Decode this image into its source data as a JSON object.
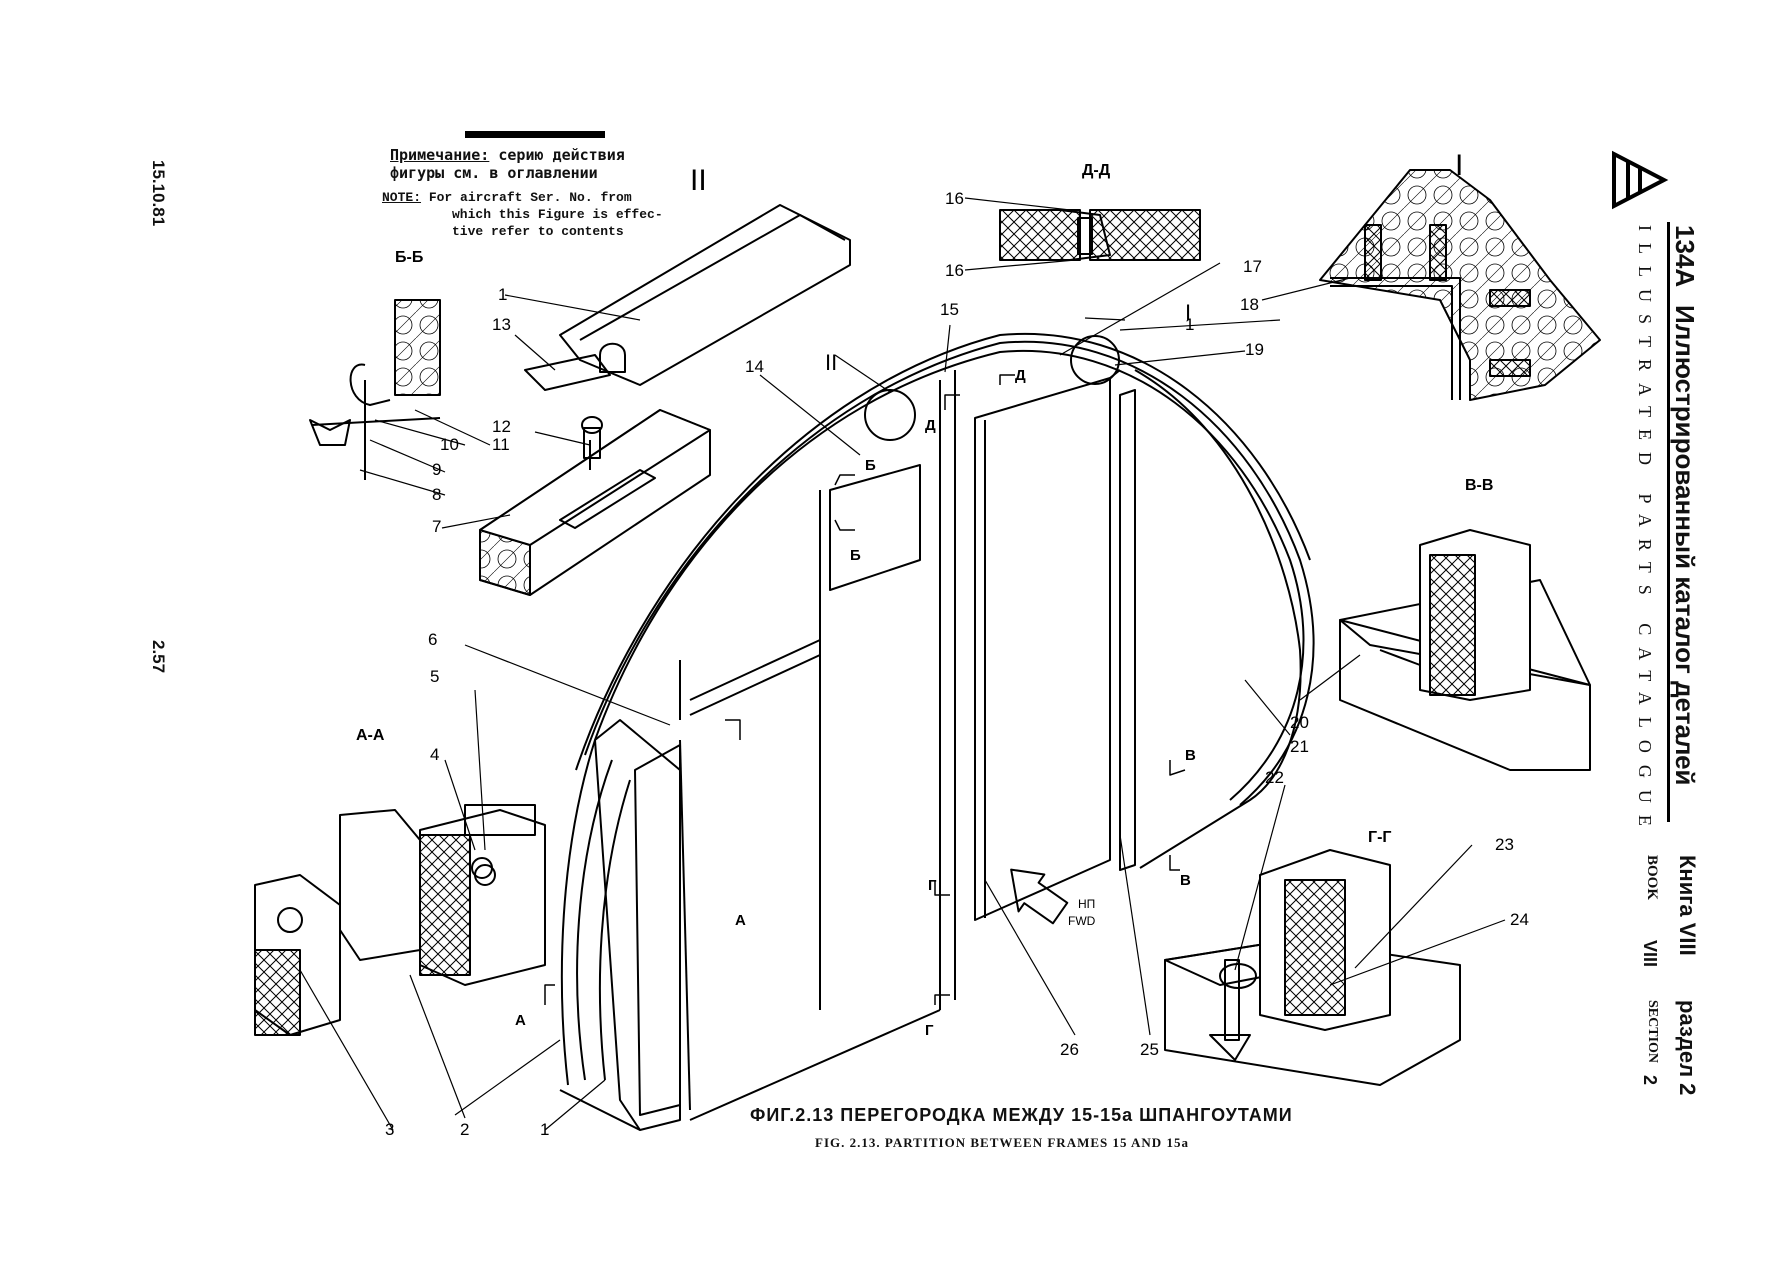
{
  "page": {
    "date": "15.10.81",
    "page_number": "2.57"
  },
  "header": {
    "aircraft": "134A",
    "catalog_ru": "Иллюстрированный каталог деталей",
    "catalog_en": "ILLUSTRATED PARTS CATALOGUE",
    "book_ru": "Книга VIII",
    "section_ru": "раздел 2",
    "book_en": "BOOK",
    "book_num": "VIII",
    "section_en": "SECTION",
    "section_num": "2"
  },
  "note": {
    "ru_label": "Примечание:",
    "ru_line1": "серию действия",
    "ru_line2": "фигуры см. в оглавлении",
    "en_label": "NOTE:",
    "en_line1": "For aircraft Ser. No. from",
    "en_line2": "which this Figure is effec-",
    "en_line3": "tive refer to contents"
  },
  "details": {
    "II": "II",
    "I": "I"
  },
  "sections": {
    "bb": "Б-Б",
    "dd": "Д-Д",
    "vv": "В-В",
    "aa": "А-А",
    "gg": "Г-Г"
  },
  "section_marks": {
    "b1": "Б",
    "b2": "Б",
    "d1": "Д",
    "d2": "Д",
    "g1": "Г",
    "g2": "Г",
    "v1": "В",
    "v2": "В",
    "a1": "А",
    "a2": "А"
  },
  "callouts": [
    "1",
    "1",
    "1",
    "2",
    "3",
    "4",
    "5",
    "6",
    "7",
    "8",
    "9",
    "10",
    "11",
    "12",
    "13",
    "14",
    "15",
    "16",
    "16",
    "17",
    "18",
    "19",
    "20",
    "21",
    "22",
    "23",
    "24",
    "25",
    "26"
  ],
  "fwd": {
    "ru": "НП",
    "en": "FWD"
  },
  "caption": {
    "ru": "ФИГ.2.13  ПЕРЕГОРОДКА  МЕЖДУ  15-15а  ШПАНГОУТАМИ",
    "en": "FIG. 2.13. PARTITION BETWEEN FRAMES 15 AND 15a"
  }
}
